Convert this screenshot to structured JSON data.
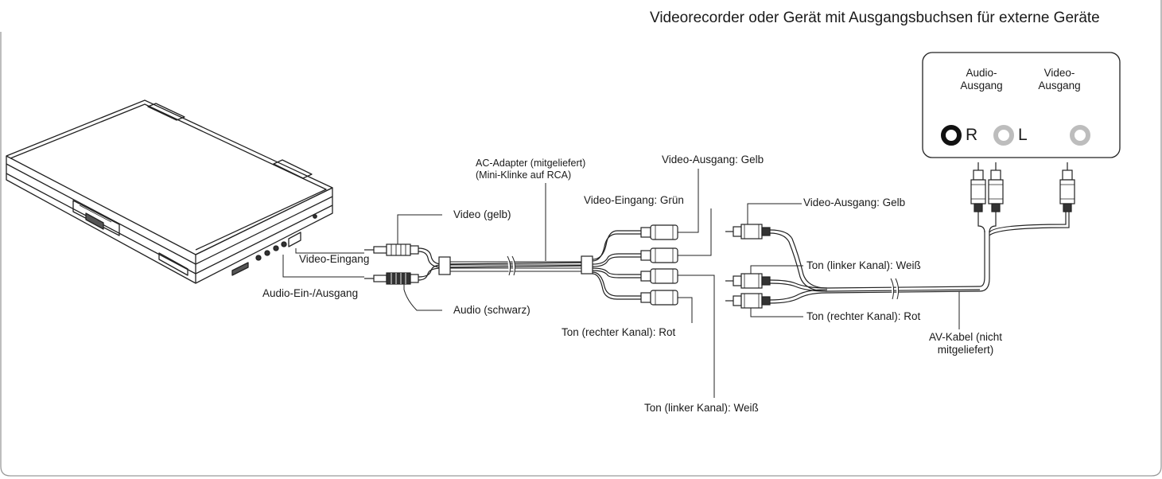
{
  "title": "Videorecorder oder Gerät mit Ausgangsbuchsen für externe Geräte",
  "device_panel": {
    "audio_output": "Audio-\nAusgang",
    "video_output": "Video-\nAusgang",
    "port_r": "R",
    "port_l": "L"
  },
  "labels": {
    "ac_adapter": "AC-Adapter (mitgeliefert)\n(Mini-Klinke auf RCA)",
    "video_yellow": "Video (gelb)",
    "video_input": "Video-Eingang",
    "audio_in_out": "Audio-Ein-/Ausgang",
    "audio_black": "Audio (schwarz)",
    "video_output_yellow_top": "Video-Ausgang: Gelb",
    "video_input_green": "Video-Eingang: Grün",
    "sound_right_red_left": "Ton (rechter Kanal): Rot",
    "sound_left_white_bottom": "Ton (linker Kanal): Weiß",
    "video_output_yellow_right": "Video-Ausgang: Gelb",
    "sound_left_white_right": "Ton (linker Kanal): Weiß",
    "sound_right_red_right": "Ton (rechter Kanal): Rot",
    "av_cable": "AV-Kabel (nicht\nmitgeliefert)"
  }
}
